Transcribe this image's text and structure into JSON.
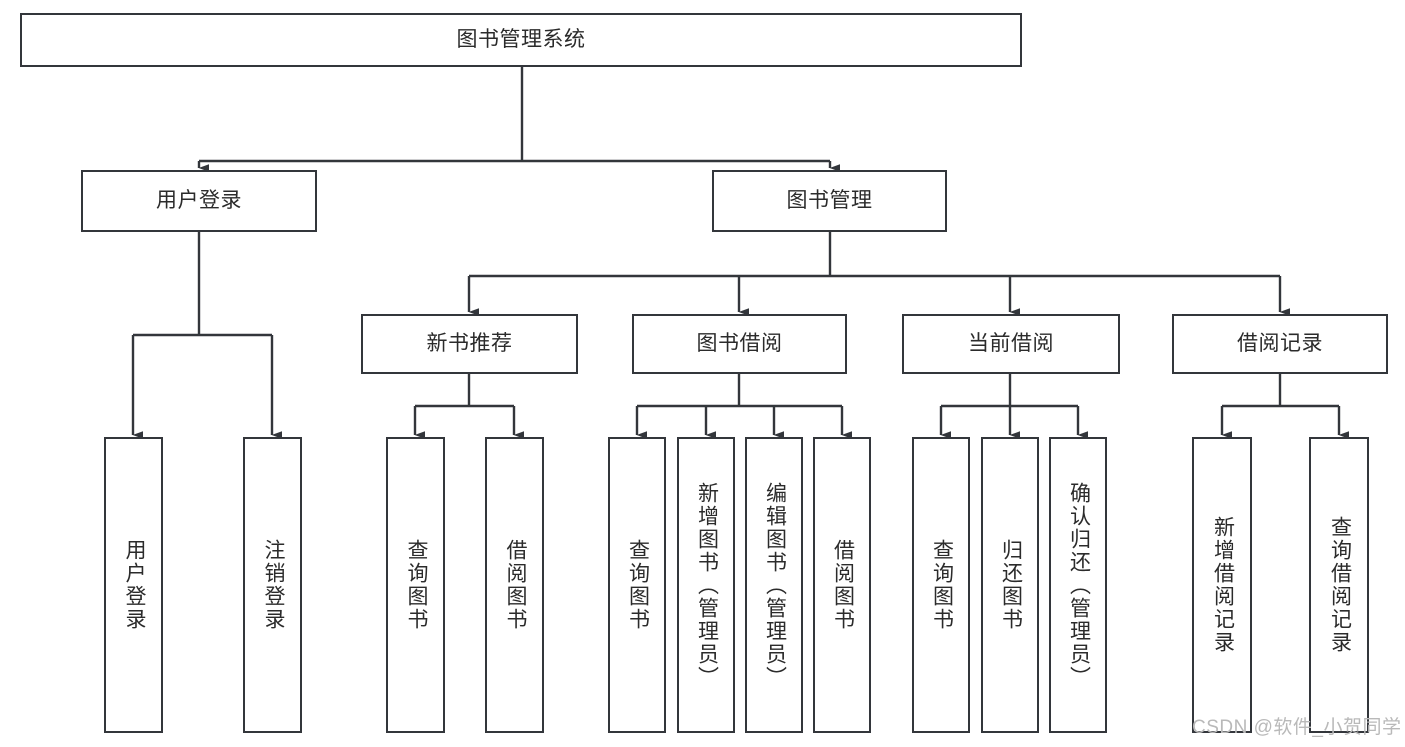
{
  "diagram": {
    "title": "图书管理系统",
    "type": "hierarchy-tree",
    "colors": {
      "box_border": "#33363b",
      "box_fill": "#ffffff",
      "edge": "#33363b",
      "text": "#2b2b2b",
      "watermark": "#b9b9b9",
      "background": "#ffffff"
    },
    "root": {
      "label": "图书管理系统"
    },
    "level2": [
      {
        "label": "用户登录"
      },
      {
        "label": "图书管理"
      }
    ],
    "level3": [
      {
        "label": "新书推荐"
      },
      {
        "label": "图书借阅"
      },
      {
        "label": "当前借阅"
      },
      {
        "label": "借阅记录"
      }
    ],
    "leaves": {
      "user_login": [
        {
          "label": "用户登录"
        },
        {
          "label": "注销登录"
        }
      ],
      "new_book_recommend": [
        {
          "label": "查询图书"
        },
        {
          "label": "借阅图书"
        }
      ],
      "book_borrow": [
        {
          "label": "查询图书"
        },
        {
          "label": "新增图书（管理员）"
        },
        {
          "label": "编辑图书（管理员）"
        },
        {
          "label": "借阅图书"
        }
      ],
      "current_borrow": [
        {
          "label": "查询图书"
        },
        {
          "label": "归还图书"
        },
        {
          "label": "确认归还（管理员）"
        }
      ],
      "borrow_record": [
        {
          "label": "新增借阅记录"
        },
        {
          "label": "查询借阅记录"
        }
      ]
    }
  },
  "watermark": {
    "text": "CSDN @软件_小贺同学"
  }
}
